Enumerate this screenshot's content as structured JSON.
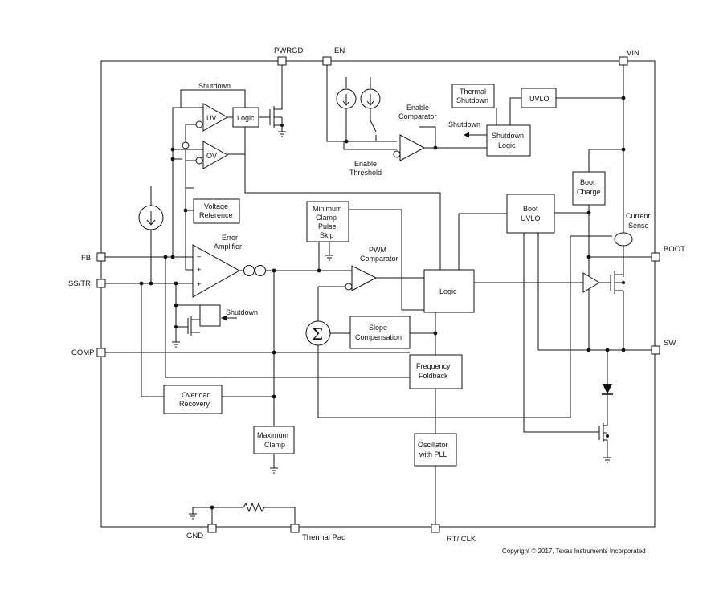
{
  "pins": {
    "pwrgd": "PWRGD",
    "en": "EN",
    "vin": "VIN",
    "fb": "FB",
    "ss_tr": "SS/TR",
    "comp": "COMP",
    "boot": "BOOT",
    "sw": "SW",
    "gnd": "GND",
    "thermal_pad": "Thermal Pad",
    "rt_clk": "RT/ CLK"
  },
  "blocks": {
    "logic_pg": "Logic",
    "uv": "UV",
    "ov": "OV",
    "shutdown_top": "Shutdown",
    "voltage_reference": [
      "Voltage",
      "Reference"
    ],
    "error_amplifier": [
      "Error",
      "Amplifier"
    ],
    "minimum_clamp": [
      "Minimum",
      "Clamp",
      "Pulse",
      "Skip"
    ],
    "pwm_comparator": [
      "PWM",
      "Comparator"
    ],
    "logic_main": "Logic",
    "slope_compensation": [
      "Slope",
      "Compensation"
    ],
    "sigma": "Σ",
    "frequency_foldback": [
      "Frequency",
      "Foldback"
    ],
    "oscillator": [
      "Oscillator",
      "with PLL"
    ],
    "overload_recovery": [
      "Overload",
      "Recovery"
    ],
    "maximum_clamp": [
      "Maximum",
      "Clamp"
    ],
    "shutdown_ss": "Shutdown",
    "enable_comparator": [
      "Enable",
      "Comparator"
    ],
    "enable_threshold": [
      "Enable",
      "Threshold"
    ],
    "shutdown_en": "Shutdown",
    "thermal_shutdown": [
      "Thermal",
      "Shutdown"
    ],
    "uvlo": "UVLO",
    "shutdown_logic": [
      "Shutdown",
      "Logic"
    ],
    "boot_charge": [
      "Boot",
      "Charge"
    ],
    "boot_uvlo": [
      "Boot",
      "UVLO"
    ],
    "current_sense": [
      "Current",
      "Sense"
    ]
  },
  "amp_signs": {
    "minus": "−",
    "plus": "+"
  },
  "copyright": "Copyright © 2017, Texas Instruments Incorporated"
}
